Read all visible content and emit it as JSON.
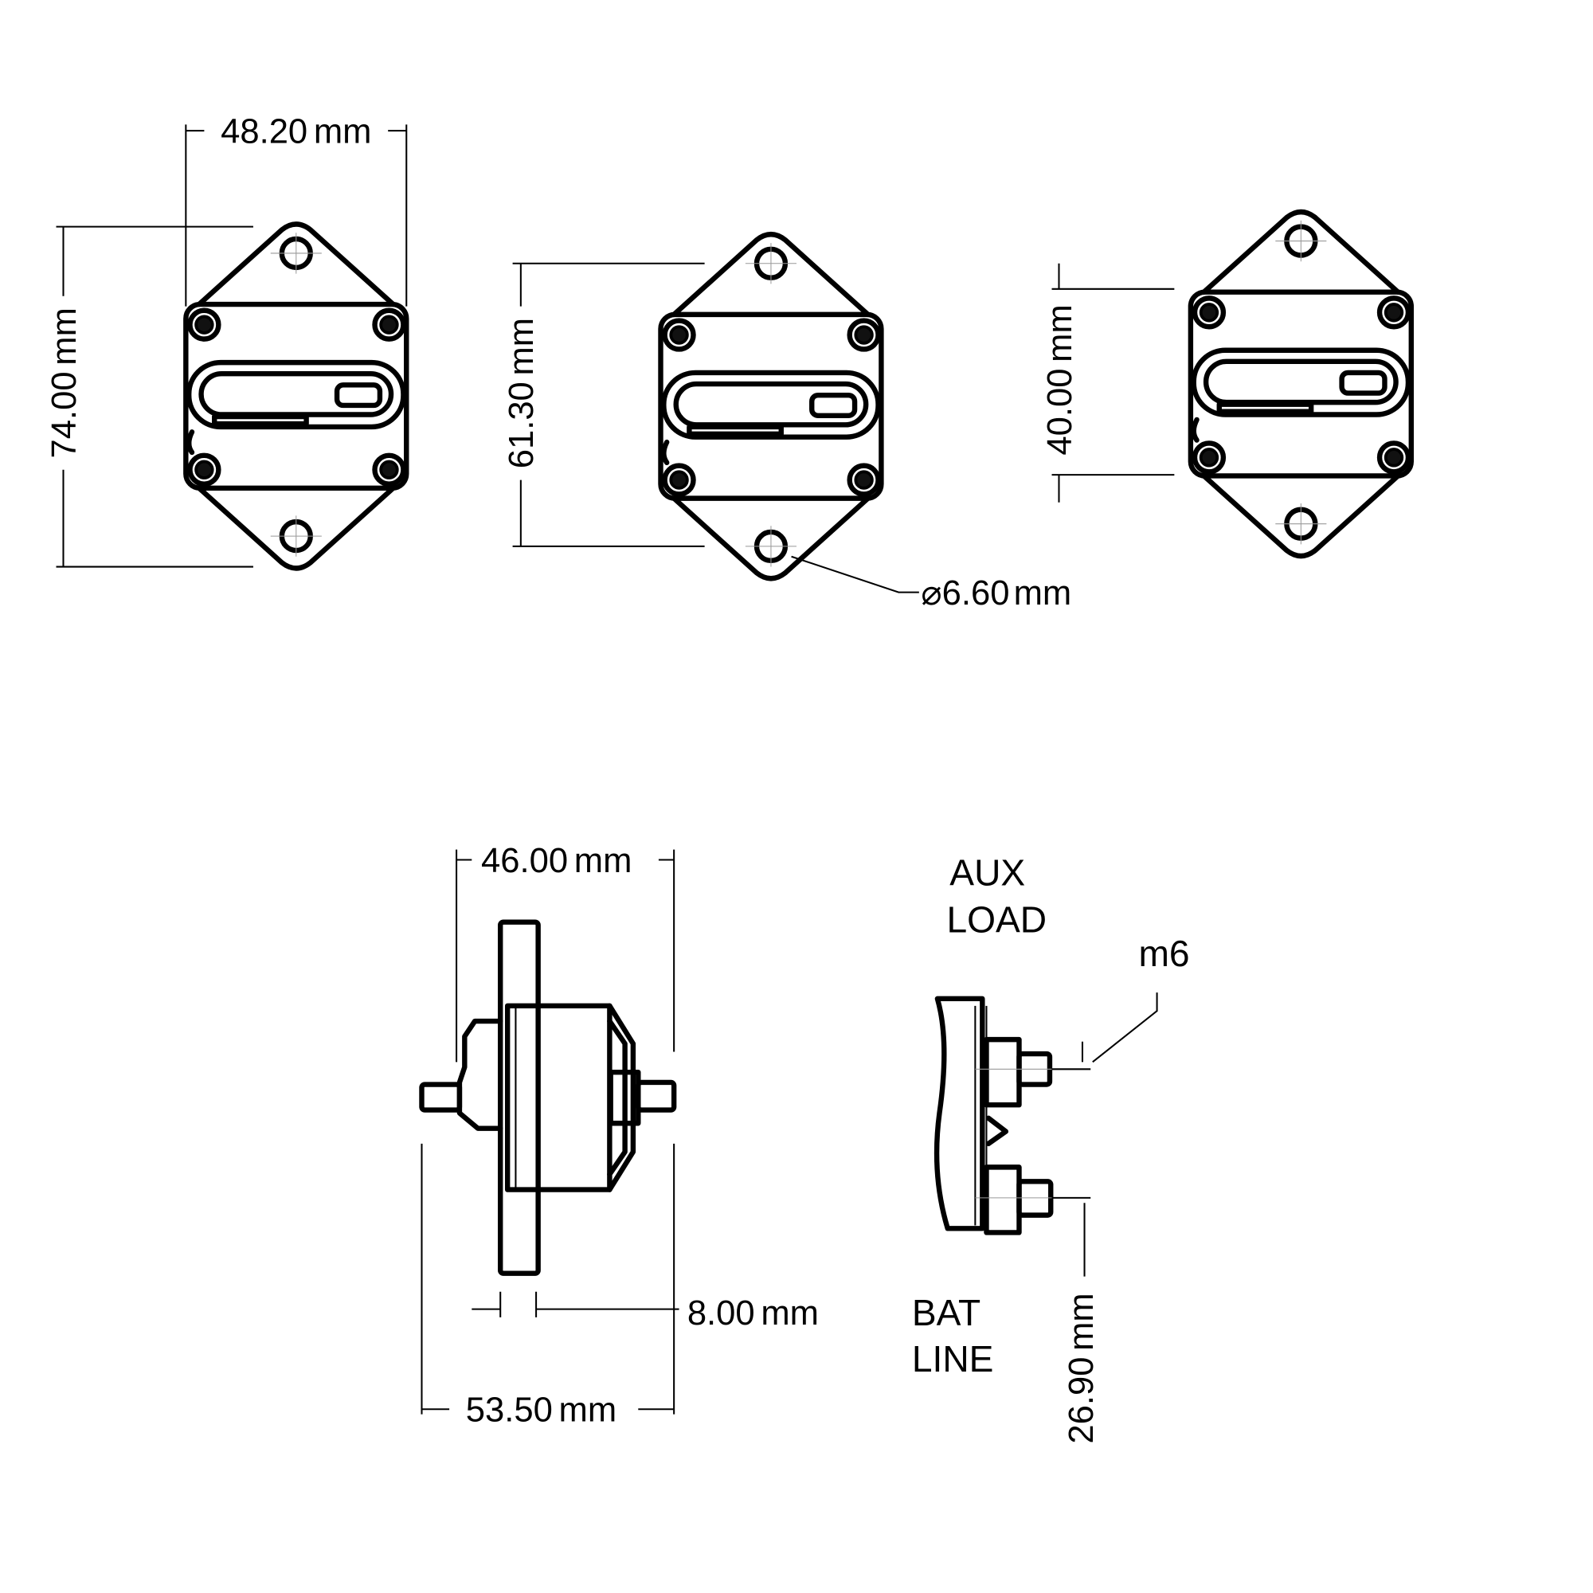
{
  "front_views": {
    "width_dim": "48.20",
    "height_dim": "74.00",
    "mount_spacing_dim": "61.30",
    "body_height_dim": "40.00",
    "hole_dim": "⌀6.60",
    "unit": "mm"
  },
  "side_view": {
    "body_depth_dim": "46.00",
    "overall_depth_dim": "53.50",
    "flange_dim": "8.00",
    "unit": "mm"
  },
  "terminal_view": {
    "aux_label_1": "AUX",
    "aux_label_2": "LOAD",
    "bat_label_1": "BAT",
    "bat_label_2": "LINE",
    "stud_label": "m6",
    "stud_spacing_dim": "26.90",
    "unit": "mm"
  }
}
